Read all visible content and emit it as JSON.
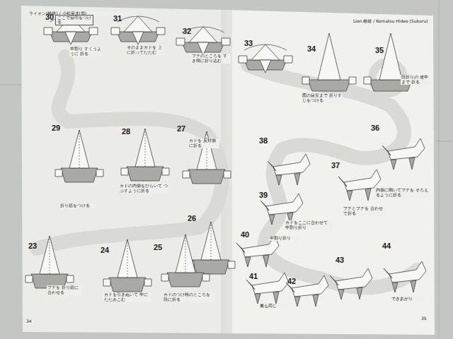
{
  "diagram": {
    "labels": [
      "ライオン(雌雄) / 小松英夫(昴)",
      "Lion 雌雄 / Komatsu Hideo (Subaru)",
      "30",
      "ここで目印をつける",
      "中割り すくうように 折る",
      "31",
      "そのままカドを 上に折ってたたむ",
      "32",
      "フチのところを すき間に折り込む",
      "33",
      "34",
      "図の目安まで 折りすじをつける",
      "35",
      "段折りの 途中まで 折る",
      "29",
      "折り筋をつける",
      "28",
      "カドの内側をひらいて つぶすように折る",
      "27",
      "カドを 反対側に折る",
      "26",
      "36",
      "内側に開いてフチを そろえるように折る",
      "38",
      "37",
      "フチとフチを 合わせて折る",
      "39",
      "カドをここに合わせて 中割り折り",
      "40",
      "中割り折り",
      "23",
      "フチを 折り筋に合わせる",
      "24",
      "カドを引きぬいて 中にたたみこむ",
      "25",
      "カドのつけ根のところを 段に折る",
      "41",
      "裏も同じ",
      "42",
      "43",
      "44",
      "できあがり",
      "34",
      "35"
    ]
  }
}
